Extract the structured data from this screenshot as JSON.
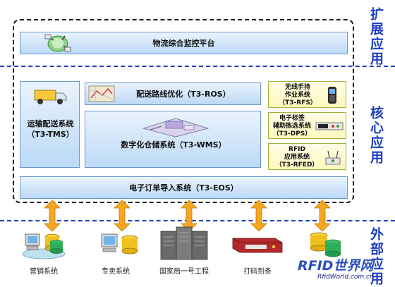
{
  "side_labels": {
    "extension": "扩展应用",
    "core": "核心应用",
    "external": "外部应用"
  },
  "platform": {
    "label": "物流综合监控平台"
  },
  "tms": {
    "line1": "运输配送系统",
    "line2": "（T3-TMS）"
  },
  "ros": {
    "label": "配送路线优化（T3-ROS）"
  },
  "wms": {
    "label": "数字化仓储系统（T3-WMS）"
  },
  "rfs": {
    "line1": "无线手持",
    "line2": "作业系统",
    "line3": "（T3-RFS）"
  },
  "dps": {
    "line1": "电子标签",
    "line2": "辅助拣选系统",
    "line3": "（T3-DPS）"
  },
  "rfed": {
    "line1": "RFID",
    "line2": "应用系统",
    "line3": "（T3-RFED）"
  },
  "eos": {
    "label": "电子订单导入系统（T3-EOS）"
  },
  "external": [
    {
      "label": "营销系统"
    },
    {
      "label": "专卖系统"
    },
    {
      "label": "国家局一号工程"
    },
    {
      "label": "打码到条"
    },
    {
      "label": ""
    }
  ],
  "watermark": {
    "text": "RFID世界网",
    "url": "RfidWorld.com.cn"
  },
  "colors": {
    "accent_blue": "#1e3fc2",
    "arrow_orange": "#f5a623",
    "box_blue": "#bcd9f6"
  }
}
